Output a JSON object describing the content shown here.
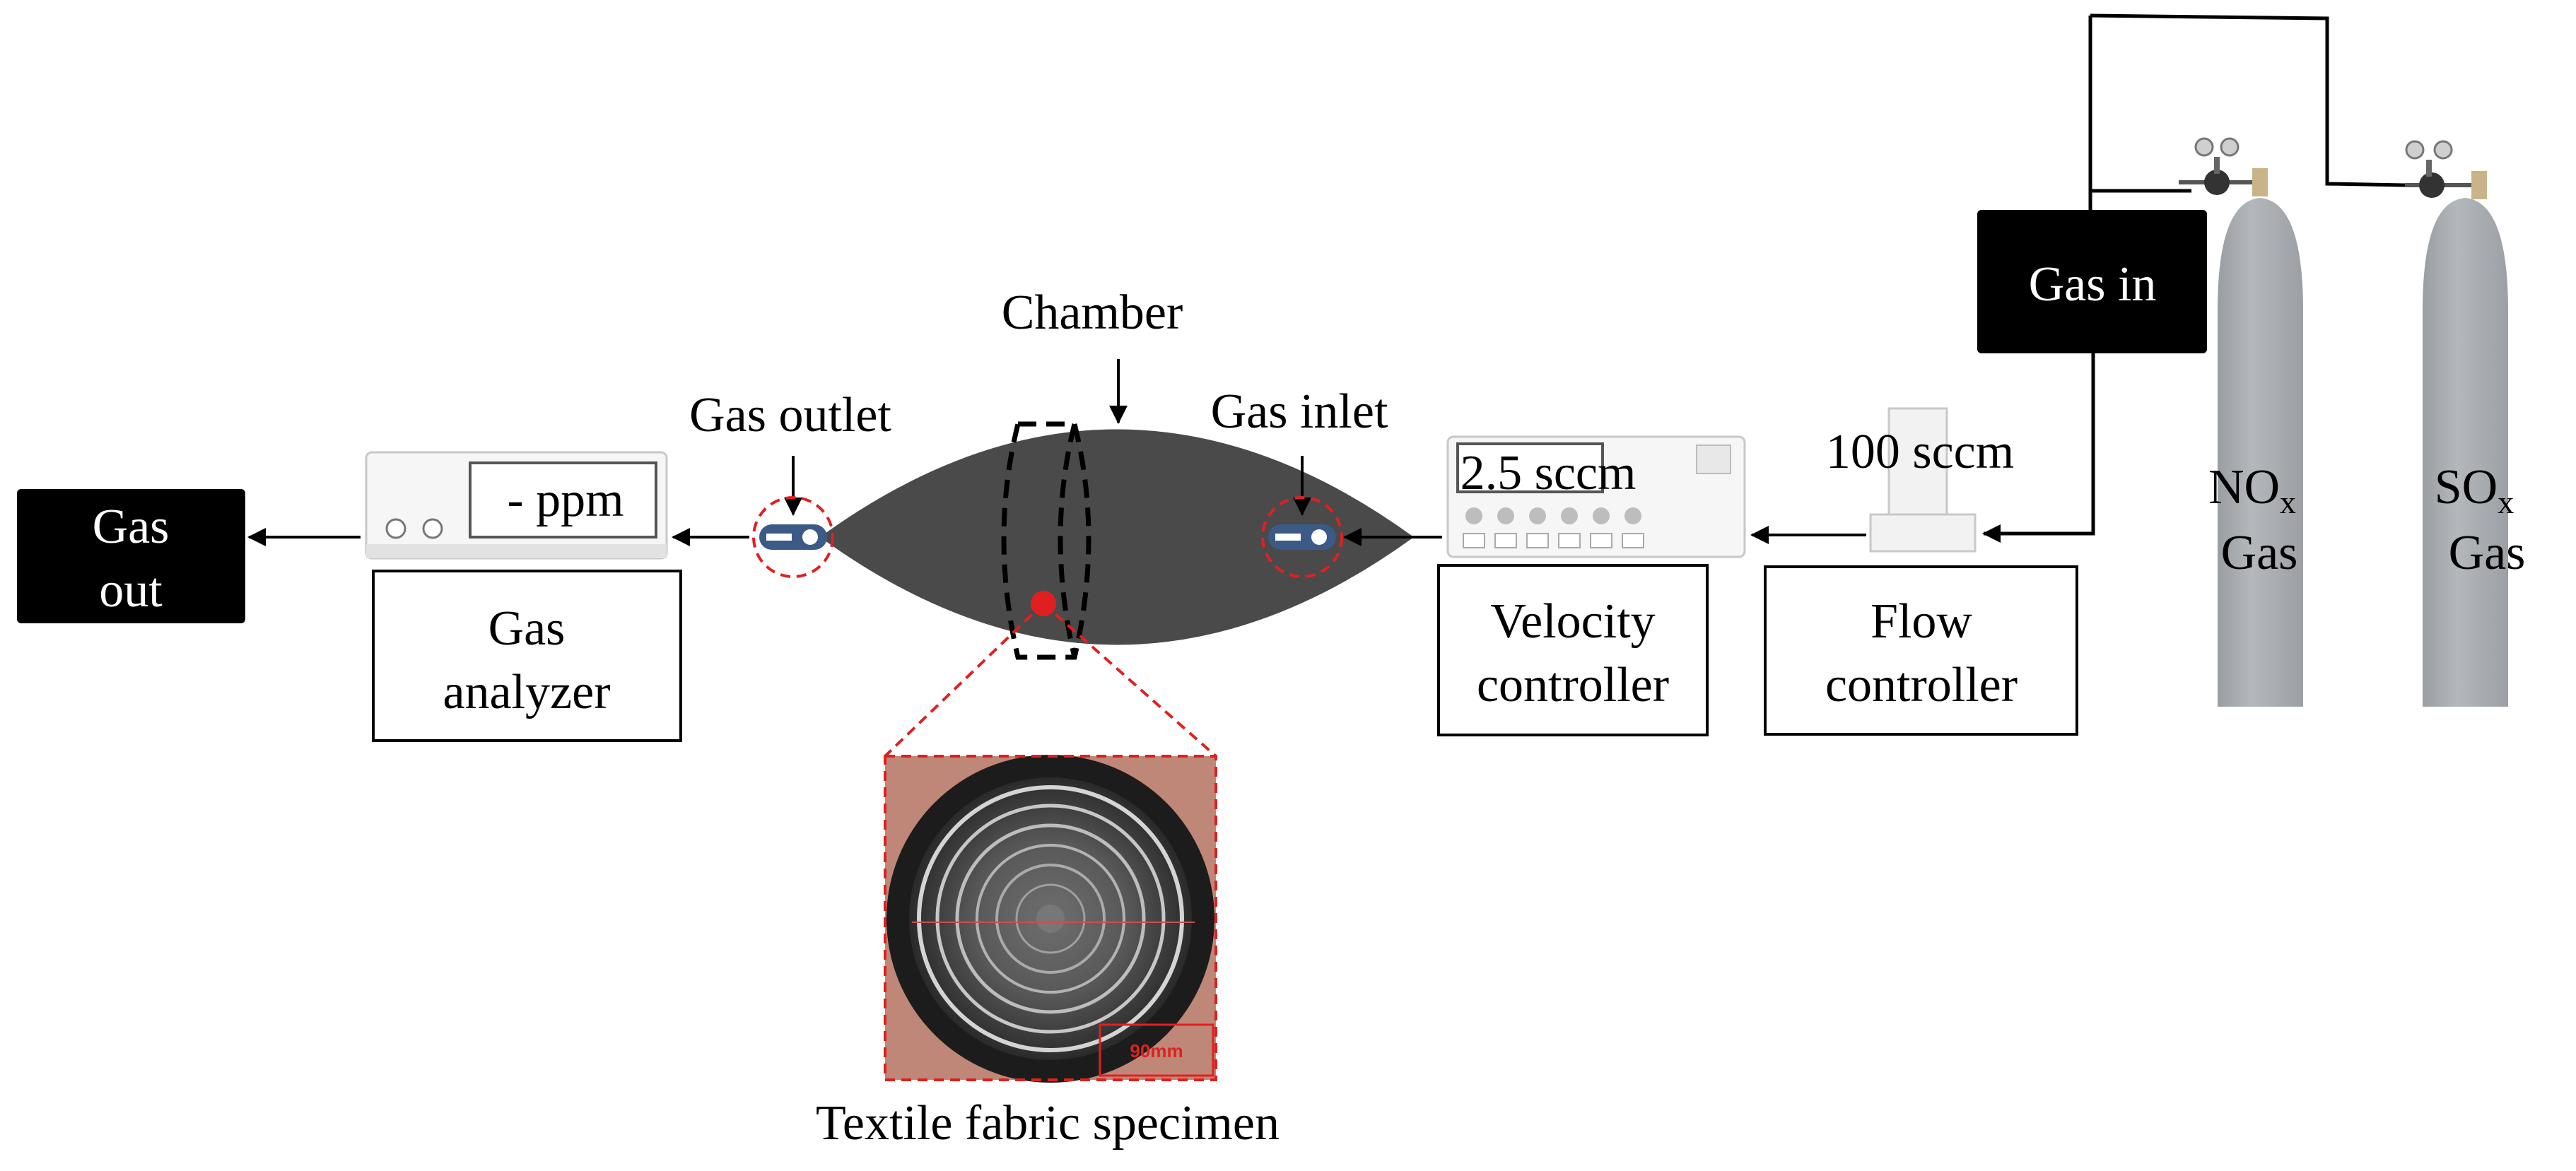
{
  "labels": {
    "gas_out": [
      "Gas",
      "out"
    ],
    "gas_in": "Gas in",
    "gas_analyzer": [
      "Gas",
      "analyzer"
    ],
    "analyzer_display": "- ppm",
    "gas_outlet": "Gas  outlet",
    "chamber": "Chamber",
    "gas_inlet": "Gas  inlet",
    "velocity_display": "2.5  sccm",
    "velocity_controller": [
      "Velocity",
      "controller"
    ],
    "flow_value": "100  sccm",
    "flow_controller": [
      "Flow",
      "controller"
    ],
    "nox": {
      "main": "NO",
      "sub": "x",
      "gas": "Gas"
    },
    "sox": {
      "main": "SO",
      "sub": "x",
      "gas": "Gas"
    },
    "specimen": "Textile  fabric  specimen",
    "scale_bar": "90mm"
  },
  "colors": {
    "chamber": "#4a4a4a",
    "cylinder": "#a9adb1",
    "highlight": "#e02020",
    "connector": "#3c5a88",
    "black_box": "#000000"
  }
}
